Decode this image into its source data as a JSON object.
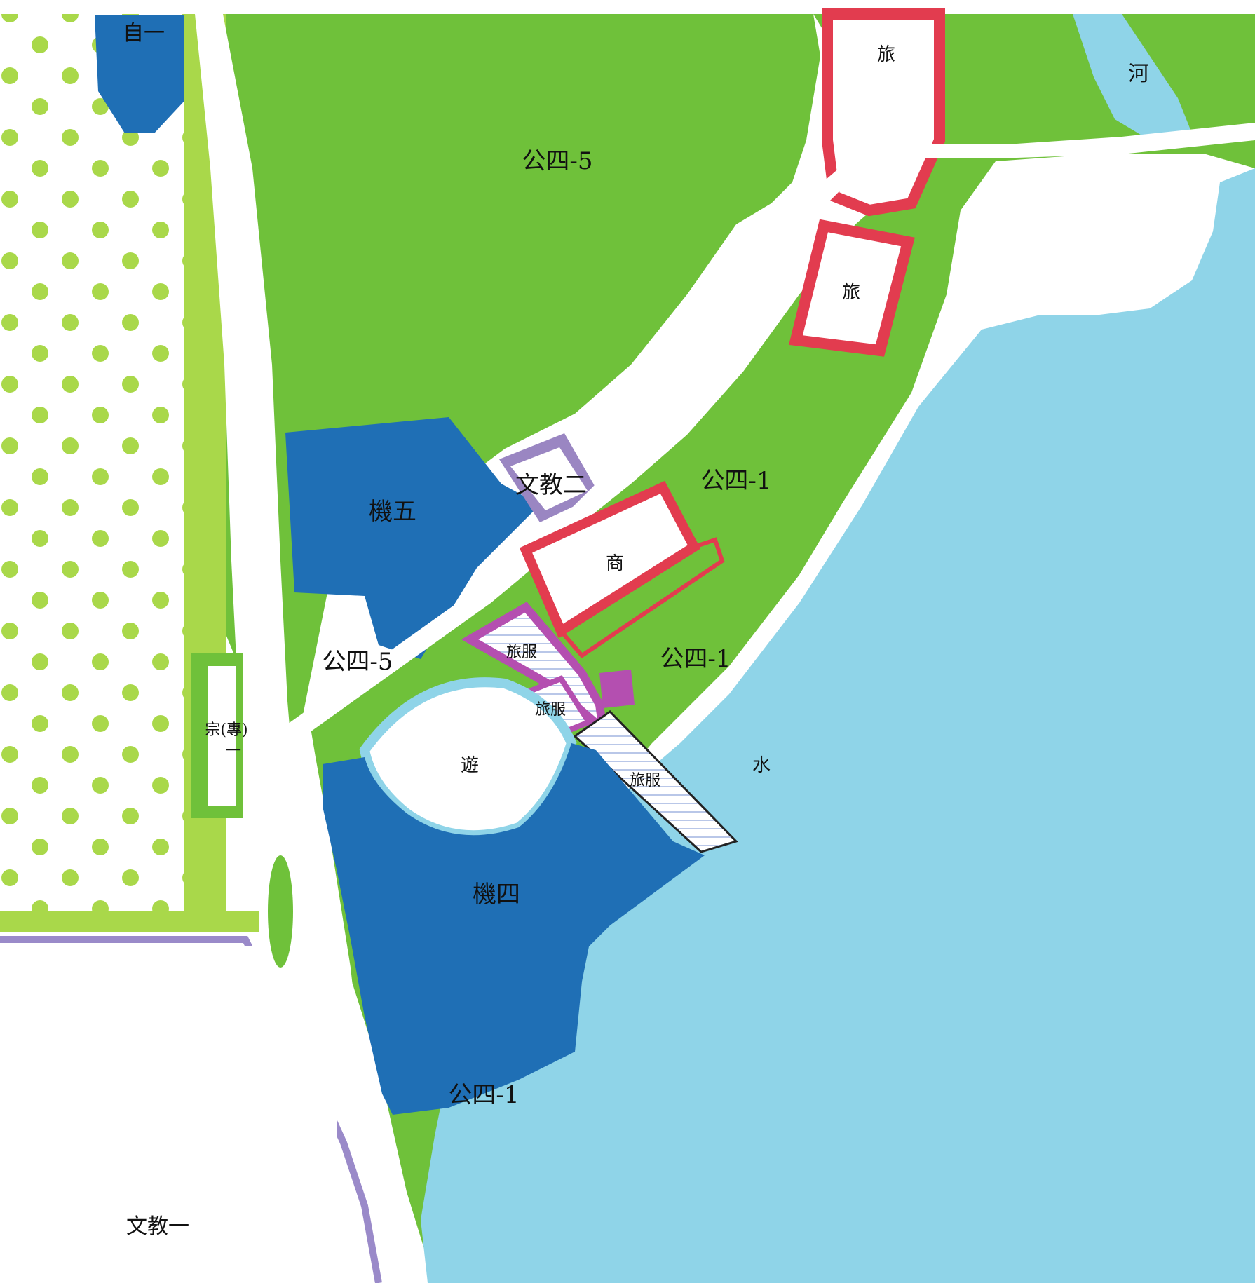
{
  "map": {
    "colors": {
      "park": "#6fc13a",
      "park_light": "#a9d84a",
      "water": "#8fd4e8",
      "machinery": "#1f6fb5",
      "education": "#9a86c2",
      "commercial_border": "#e23c4f",
      "tourism_service": "#b44fb0",
      "road": "#ffffff",
      "dot": "#a9d84a",
      "boundary_purple": "#9a8ac9"
    },
    "labels": {
      "self1": "自一",
      "park4_5_top": "公四-5",
      "park4_5_bottom": "公四-5",
      "tour_top": "旅",
      "tour_mid": "旅",
      "river": "河",
      "edu2": "文教二",
      "mach5": "機五",
      "park4_1_upper": "公四-1",
      "commerce": "商",
      "park4_1_mid": "公四-1",
      "tour_service_1": "旅服",
      "tour_service_2": "旅服",
      "tour_service_3": "旅服",
      "amusement": "遊",
      "water": "水",
      "religion_a": "宗(專)",
      "religion_b": "一",
      "mach4": "機四",
      "park4_1_lower": "公四-1",
      "edu1": "文教一"
    }
  }
}
